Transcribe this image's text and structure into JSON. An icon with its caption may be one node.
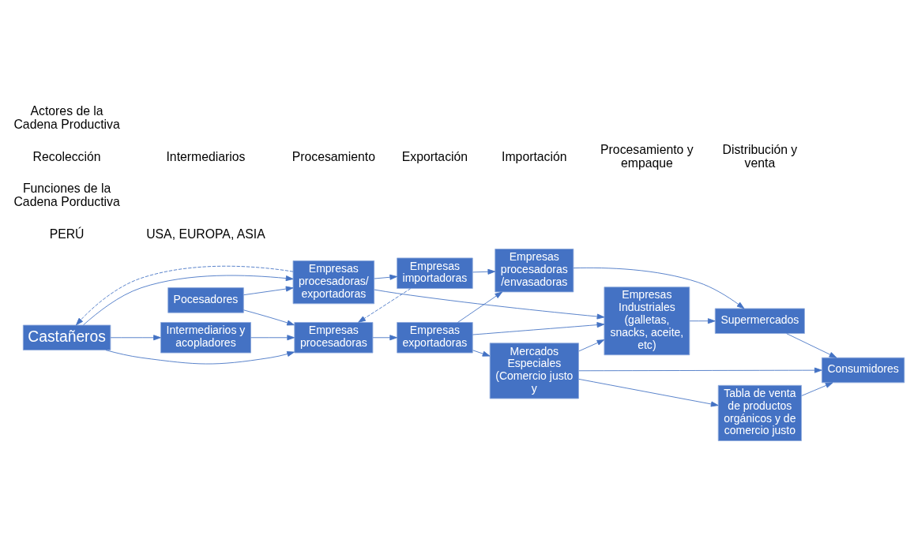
{
  "diagram": {
    "nodes": [
      {
        "text": [
          "Castañeros"
        ]
      },
      {
        "text": [
          "Intermediarios y acopladores"
        ]
      },
      {
        "text": [
          "Empresas procesadoras"
        ]
      },
      {
        "text": [
          "Pocesadores"
        ]
      },
      {
        "text": [
          "Empresas procesadoras/ exportadoras"
        ]
      },
      {
        "text": [
          "Empresas exportadoras"
        ]
      },
      {
        "text": [
          "Empresas importadoras"
        ]
      },
      {
        "text": [
          "Empresas procesadoras /envasadoras"
        ]
      },
      {
        "text": [
          "Supermercados"
        ]
      },
      {
        "text": [
          "Empresas Industriales (galletas, snacks, aceite, etc)"
        ]
      },
      {
        "text": [
          "Mercados Especiales (Comercio justo y"
        ]
      },
      {
        "text": [
          "Consumidores"
        ]
      },
      {
        "text": [
          "Tabla de venta de productos orgánicos y de comercio justo"
        ]
      }
    ],
    "edges": [
      {
        "from": 0,
        "to": 1,
        "arrow": "to"
      },
      {
        "from": 1,
        "to": 2,
        "arrow": "to"
      },
      {
        "from": 0,
        "to": 2,
        "arrow": "to"
      },
      {
        "from": 0,
        "to": 4,
        "arrow": "to"
      },
      {
        "from": 3,
        "to": 2,
        "arrow": "to"
      },
      {
        "from": 3,
        "to": 4,
        "arrow": "to"
      },
      {
        "from": 2,
        "to": 5,
        "arrow": "to"
      },
      {
        "from": 4,
        "to": 0,
        "arrow": "to",
        "style": "dashed"
      },
      {
        "from": 6,
        "to": 2,
        "arrow": "to",
        "style": "dashed"
      },
      {
        "from": 5,
        "to": 7,
        "arrow": "to"
      },
      {
        "from": 6,
        "to": 7,
        "arrow": "to"
      },
      {
        "from": 7,
        "to": 8,
        "arrow": "to"
      },
      {
        "from": 8,
        "to": 11,
        "arrow": "to"
      },
      {
        "from": 5,
        "to": 9,
        "arrow": "to"
      },
      {
        "from": 5,
        "to": 10,
        "arrow": "to"
      },
      {
        "from": 4,
        "to": 6,
        "arrow": "to"
      },
      {
        "from": 4,
        "to": 9,
        "arrow": "to"
      },
      {
        "from": 9,
        "to": 8,
        "arrow": "to"
      },
      {
        "from": 10,
        "to": 9,
        "arrow": "to"
      },
      {
        "from": 10,
        "to": 12,
        "arrow": "to"
      },
      {
        "from": 10,
        "to": 11,
        "arrow": "to"
      },
      {
        "from": 12,
        "to": 11,
        "arrow": "to"
      }
    ],
    "labels": [
      "PERÚ",
      "USA, EUROPA, ASIA",
      "Funciones de la Cadena Porductiva",
      "Recolección",
      "Intermediarios",
      "Procesamiento",
      "Exportación",
      "Importación",
      "Procesamiento y empaque",
      "Distribución y venta",
      "Actores de la Cadena Productiva"
    ]
  }
}
